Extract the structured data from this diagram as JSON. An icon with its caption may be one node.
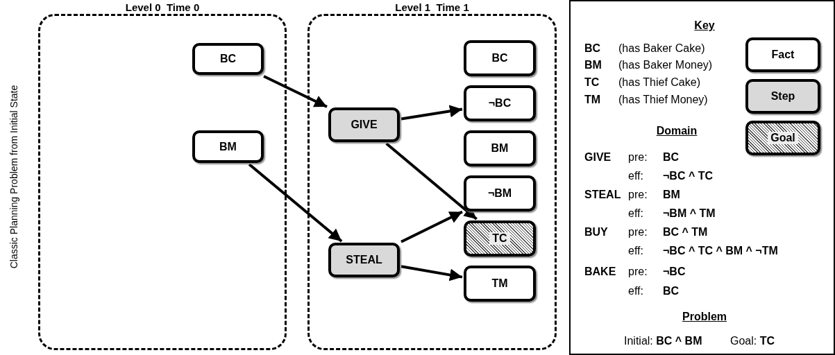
{
  "diagram": {
    "nodes": [
      {
        "text": [
          "Level 0  Time 0"
        ]
      },
      {
        "text": [
          "BC"
        ],
        "in": 0
      },
      {
        "text": [
          "BM"
        ],
        "in": 0
      },
      {
        "text": [
          "Level 1  Time 1"
        ]
      },
      {
        "text": [
          "GIVE"
        ],
        "in": 3
      },
      {
        "text": [
          "STEAL"
        ],
        "in": 3
      },
      {
        "text": [
          "BC"
        ],
        "in": 3
      },
      {
        "text": [
          "¬BC"
        ],
        "in": 3
      },
      {
        "text": [
          "BM"
        ],
        "in": 3
      },
      {
        "text": [
          "¬BM"
        ],
        "in": 3
      },
      {
        "text": [
          "TC"
        ],
        "in": 3
      },
      {
        "text": [
          "TM"
        ],
        "in": 3
      },
      {
        "text": [
          "Key",
          "BC",
          "(has Baker Cake)",
          "BM",
          "(has Baker Money)",
          "TC",
          "(has Thief Cake)",
          "TM",
          "(has Thief Money)",
          "Domain",
          "GIVE",
          "pre:",
          "BC",
          "eff:",
          "¬BC ^ TC",
          "STEAL",
          "pre:",
          "BM",
          "eff:",
          "¬BM ^ TM",
          "BUY",
          "pre:",
          "BC ^ TM",
          "eff:",
          "¬BC ^ TC ^ BM ^ ¬TM",
          "BAKE",
          "pre:",
          "¬BC",
          "eff:",
          "BC",
          "Problem",
          "Initial: **BC ^ BM**",
          "Goal: **TC**"
        ]
      },
      {
        "text": [
          "Fact"
        ],
        "in": 12
      },
      {
        "text": [
          "Step"
        ],
        "in": 12
      },
      {
        "text": [
          "Goal"
        ],
        "in": 12
      }
    ],
    "edges": [
      {
        "from": 1,
        "to": 4,
        "arrow": "to"
      },
      {
        "from": 2,
        "to": 5,
        "arrow": "to"
      },
      {
        "from": 4,
        "to": 7,
        "arrow": "to"
      },
      {
        "from": 4,
        "to": 10,
        "arrow": "to"
      },
      {
        "from": 5,
        "to": 9,
        "arrow": "to"
      },
      {
        "from": 5,
        "to": 11,
        "arrow": "to"
      }
    ],
    "labels": [
      "Classic Planning Problem from Initial State"
    ]
  }
}
